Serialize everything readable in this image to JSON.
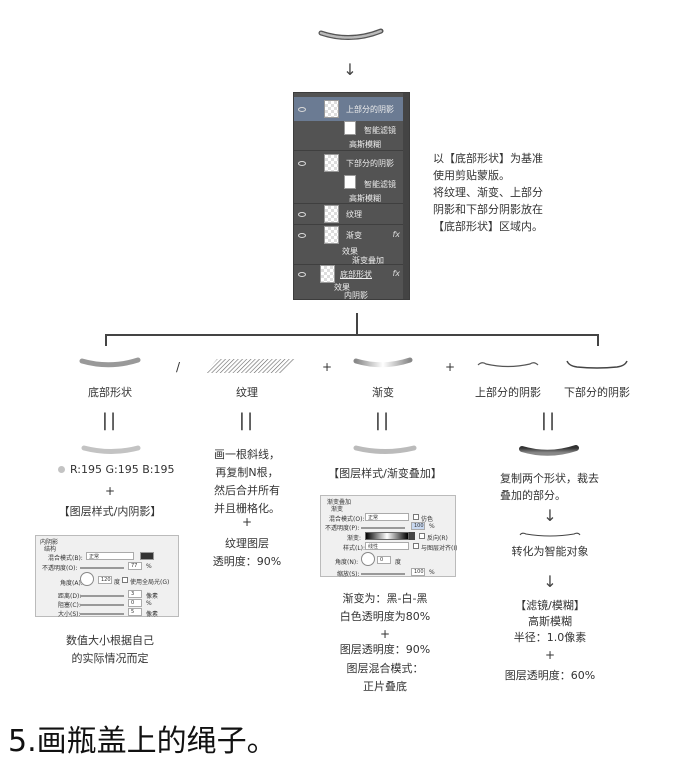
{
  "layers_panel": {
    "layers": [
      {
        "name": "上部分的阴影",
        "selected": true,
        "type": "group",
        "sub": [
          {
            "name": "智能滤镜"
          },
          {
            "name": "高斯模糊"
          }
        ]
      },
      {
        "name": "下部分的阴影",
        "selected": false,
        "type": "group",
        "sub": [
          {
            "name": "智能滤镜"
          },
          {
            "name": "高斯模糊"
          }
        ]
      },
      {
        "name": "纹理",
        "selected": false
      },
      {
        "name": "渐变",
        "selected": false,
        "fx": "fx",
        "sub": [
          {
            "name": "效果"
          },
          {
            "name": "渐变叠加"
          }
        ]
      },
      {
        "name": "底部形状",
        "selected": false,
        "fx": "fx",
        "sub": [
          {
            "name": "效果"
          },
          {
            "name": "内阴影"
          }
        ]
      }
    ]
  },
  "note": {
    "lines": [
      "以【底部形状】为基准",
      "使用剪贴蒙版。",
      "将纹理、渐变、上部分",
      "阴影和下部分阴影放在",
      "【底部形状】区域内。"
    ]
  },
  "components": {
    "operators": [
      "/",
      "+",
      "+"
    ],
    "items": [
      {
        "label": "底部形状"
      },
      {
        "label": "纹理"
      },
      {
        "label": "渐变"
      },
      {
        "label": "上部分的阴影"
      },
      {
        "label": "下部分的阴影"
      }
    ]
  },
  "bottom_shape": {
    "equals": "||",
    "color_label": "R:195  G:195  B:195",
    "color_hex": "#c3c3c3",
    "plus": "+",
    "style_title": "【图层样式/内阴影】",
    "dialog": {
      "title": "内阴影",
      "group": "结构",
      "blend_label": "混合模式(B):",
      "blend_value": "正常",
      "opacity_label": "不透明度(O):",
      "opacity_value": "77",
      "angle_label": "角度(A):",
      "angle_value": "120",
      "global_light": "使用全局光(G)",
      "distance_label": "距离(D):",
      "distance_value": "3",
      "choke_label": "阻塞(C):",
      "choke_value": "0",
      "size_label": "大小(S):",
      "size_value": "5",
      "unit_px": "像素",
      "unit_pct": "%",
      "unit_deg": "度"
    },
    "note_lines": [
      "数值大小根据自己",
      "的实际情况而定"
    ]
  },
  "texture": {
    "equals": "||",
    "desc_lines": [
      "画一根斜线，",
      "再复制N根，",
      "然后合并所有",
      "并且栅格化。"
    ],
    "plus": "+",
    "opacity_lines": [
      "纹理图层",
      "透明度：90%"
    ]
  },
  "gradient": {
    "equals": "||",
    "style_title": "【图层样式/渐变叠加】",
    "dialog": {
      "title": "渐变叠加",
      "group": "渐变",
      "blend_label": "混合模式(O):",
      "blend_value": "正常",
      "dither": "仿色",
      "opacity_label": "不透明度(P):",
      "opacity_value": "100",
      "gradient_label": "渐变:",
      "reverse": "反向(R)",
      "style_label": "样式(L):",
      "style_value": "线性",
      "align": "与图层对齐(I)",
      "angle_label": "角度(N):",
      "angle_value": "0",
      "scale_label": "缩放(S):",
      "scale_value": "100",
      "unit_pct": "%",
      "unit_deg": "度"
    },
    "desc_lines": [
      "渐变为：黑-白-黑",
      "白色透明度为80%"
    ],
    "plus": "+",
    "opacity": "图层透明度：90%",
    "blend_lines": [
      "图层混合模式：",
      "正片叠底"
    ]
  },
  "shadow": {
    "equals": "||",
    "desc_lines": [
      "复制两个形状，裁去",
      "叠加的部分。"
    ],
    "arrow": "↓",
    "convert": "转化为智能对象",
    "arrow2": "↓",
    "filter_title": "【滤镜/模糊】",
    "filter_name": "高斯模糊",
    "radius": "半径：1.0像素",
    "plus": "+",
    "opacity": "图层透明度：60%"
  },
  "arrow_top": "↓",
  "heading": "5.画瓶盖上的绳子。"
}
